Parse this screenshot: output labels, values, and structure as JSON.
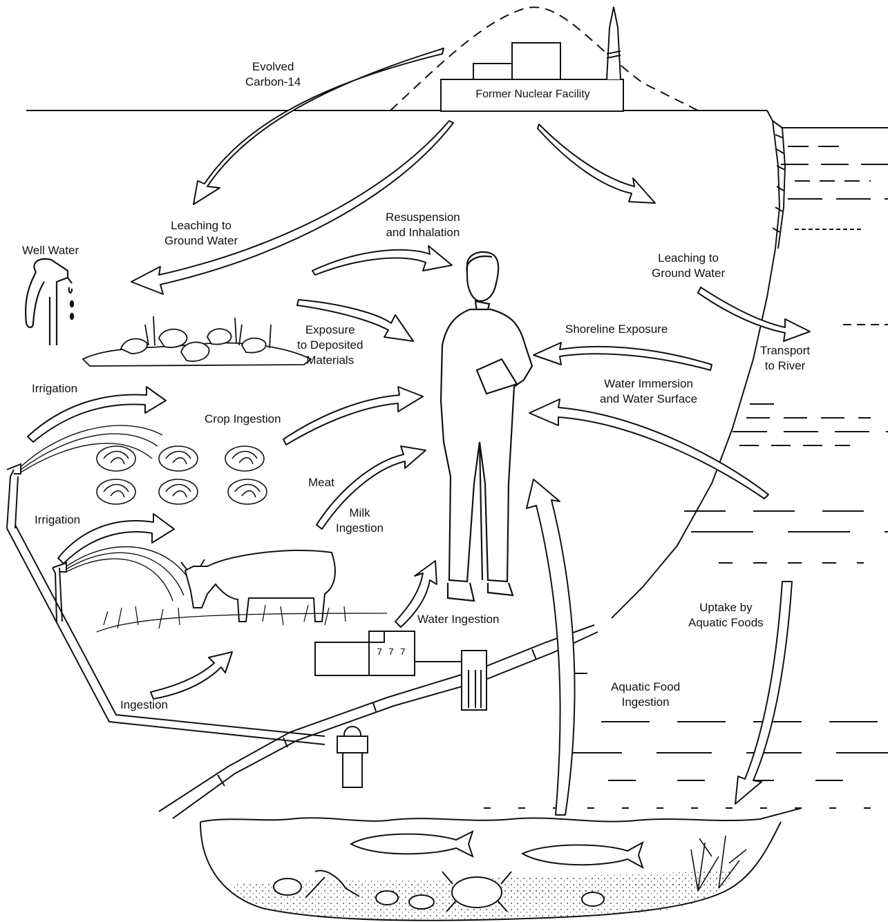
{
  "facility": {
    "label": "Former Nuclear Facility"
  },
  "labels": {
    "evolved": [
      "Evolved",
      "Carbon-14"
    ],
    "leach_left": [
      "Leaching to",
      "Ground Water"
    ],
    "well_water": "Well Water",
    "resuspension": [
      "Resuspension",
      "and Inhalation"
    ],
    "exposure": [
      "Exposure",
      "to Deposited",
      "Materials"
    ],
    "irrigation_1": "Irrigation",
    "crop": "Crop Ingestion",
    "irrigation_2": "Irrigation",
    "meat": "Meat",
    "milk": [
      "Milk",
      "Ingestion"
    ],
    "leach_right": [
      "Leaching to",
      "Ground Water"
    ],
    "transport": [
      "Transport",
      "to River"
    ],
    "shoreline": "Shoreline Exposure",
    "immersion": [
      "Water Immersion",
      "and Water Surface"
    ],
    "water_ingestion": "Water Ingestion",
    "uptake": [
      "Uptake by",
      "Aquatic Foods"
    ],
    "aquatic_food": [
      "Aquatic Food",
      "Ingestion"
    ],
    "ingestion": "Ingestion"
  }
}
